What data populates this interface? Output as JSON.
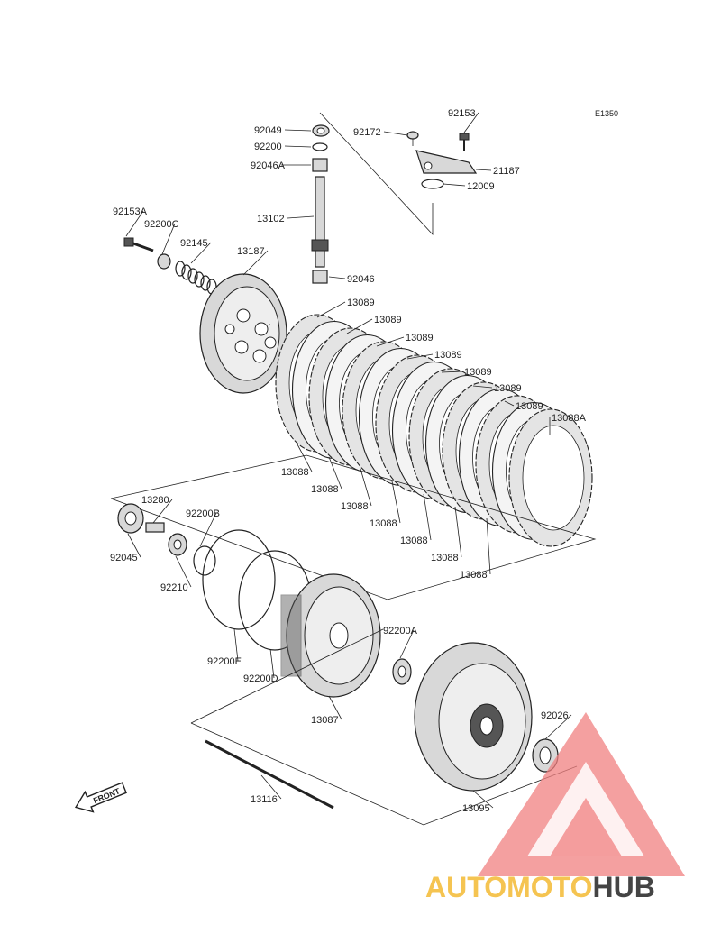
{
  "diagram": {
    "code": "E1350",
    "parts": [
      {
        "id": "p-92049",
        "label": "92049"
      },
      {
        "id": "p-92200",
        "label": "92200"
      },
      {
        "id": "p-92046A",
        "label": "92046A"
      },
      {
        "id": "p-13102",
        "label": "13102"
      },
      {
        "id": "p-92046",
        "label": "92046"
      },
      {
        "id": "p-92172",
        "label": "92172"
      },
      {
        "id": "p-92153",
        "label": "92153"
      },
      {
        "id": "p-21187",
        "label": "21187"
      },
      {
        "id": "p-12009",
        "label": "12009"
      },
      {
        "id": "p-92153A",
        "label": "92153A"
      },
      {
        "id": "p-92200C",
        "label": "92200C"
      },
      {
        "id": "p-92145",
        "label": "92145"
      },
      {
        "id": "p-13187",
        "label": "13187"
      },
      {
        "id": "p-13089-1",
        "label": "13089"
      },
      {
        "id": "p-13089-2",
        "label": "13089"
      },
      {
        "id": "p-13089-3",
        "label": "13089"
      },
      {
        "id": "p-13089-4",
        "label": "13089"
      },
      {
        "id": "p-13089-5",
        "label": "13089"
      },
      {
        "id": "p-13089-6",
        "label": "13089"
      },
      {
        "id": "p-13089-7",
        "label": "13089"
      },
      {
        "id": "p-13088A",
        "label": "13088A"
      },
      {
        "id": "p-13088-1",
        "label": "13088"
      },
      {
        "id": "p-13088-2",
        "label": "13088"
      },
      {
        "id": "p-13088-3",
        "label": "13088"
      },
      {
        "id": "p-13088-4",
        "label": "13088"
      },
      {
        "id": "p-13088-5",
        "label": "13088"
      },
      {
        "id": "p-13088-6",
        "label": "13088"
      },
      {
        "id": "p-13088-7",
        "label": "13088"
      },
      {
        "id": "p-13280",
        "label": "13280"
      },
      {
        "id": "p-92200B",
        "label": "92200B"
      },
      {
        "id": "p-92045",
        "label": "92045"
      },
      {
        "id": "p-92210",
        "label": "92210"
      },
      {
        "id": "p-92200E",
        "label": "92200E"
      },
      {
        "id": "p-92200D",
        "label": "92200D"
      },
      {
        "id": "p-92200A",
        "label": "92200A"
      },
      {
        "id": "p-13087",
        "label": "13087"
      },
      {
        "id": "p-92026",
        "label": "92026"
      },
      {
        "id": "p-13095",
        "label": "13095"
      },
      {
        "id": "p-13116",
        "label": "13116"
      }
    ],
    "front_label": "FRONT"
  },
  "watermark": {
    "brand_part1": "AUTOMOTO",
    "brand_part2": "HUB",
    "color_main": "#f08080",
    "color_accent": "#f5c451",
    "color_dark": "#444444"
  }
}
